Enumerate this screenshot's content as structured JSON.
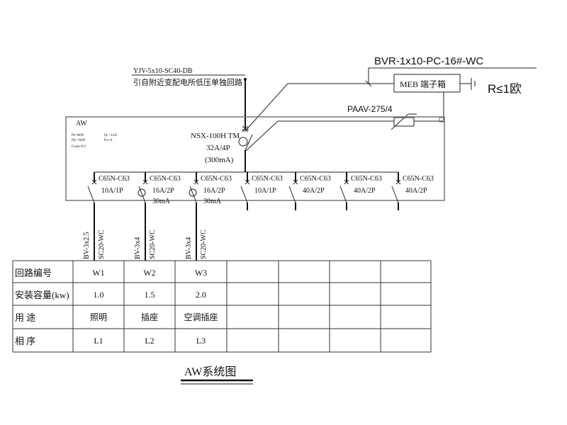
{
  "feeder": {
    "cable": "YJV-5x10-SC40-DB",
    "source": "引自附近变配电所低压单独回路"
  },
  "meb": {
    "cable": "BVR-1x10-PC-16#-WC",
    "box": "MEB 端子箱",
    "resistance": "R≤1欧"
  },
  "spd": {
    "model": "PAAV-275/4"
  },
  "panel": {
    "name": "AW",
    "params": {
      "pe": "Pe=8kW",
      "pjs": "Pjs =6kW",
      "cos": "Cosφ=0.9",
      "ijs": "Ijs =12A",
      "kx": "Kx=4"
    },
    "main_breaker": {
      "model": "NSX-100H TM",
      "rating": "32A/4P",
      "rcd": "(300mA)"
    }
  },
  "breakers": [
    {
      "model": "C65N-C63",
      "rating": "10A/1P",
      "rcd": ""
    },
    {
      "model": "C65N-C63",
      "rating": "16A/2P",
      "rcd": "30mA"
    },
    {
      "model": "C65N-C63",
      "rating": "16A/2P",
      "rcd": "30mA"
    },
    {
      "model": "C65N-C63",
      "rating": "10A/1P",
      "rcd": ""
    },
    {
      "model": "C65N-C63",
      "rating": "40A/2P",
      "rcd": ""
    },
    {
      "model": "C65N-C63",
      "rating": "40A/2P",
      "rcd": ""
    },
    {
      "model": "C65N-C63",
      "rating": "40A/2P",
      "rcd": ""
    }
  ],
  "cables": [
    {
      "wire": "BV-3x2.5",
      "conduit": "SC20-WC"
    },
    {
      "wire": "BV-3x4",
      "conduit": "SC20-WC"
    },
    {
      "wire": "BV-3x4",
      "conduit": "SC20-WC"
    }
  ],
  "table": {
    "row_headers": [
      "回路编号",
      "安装容量(kw)",
      "用 途",
      "相 序"
    ],
    "rows": [
      [
        "W1",
        "W2",
        "W3"
      ],
      [
        "1.0",
        "1.5",
        "2.0"
      ],
      [
        "照明",
        "插座",
        "空调插座"
      ],
      [
        "L1",
        "L2",
        "L3"
      ]
    ]
  },
  "title": "AW系统图"
}
